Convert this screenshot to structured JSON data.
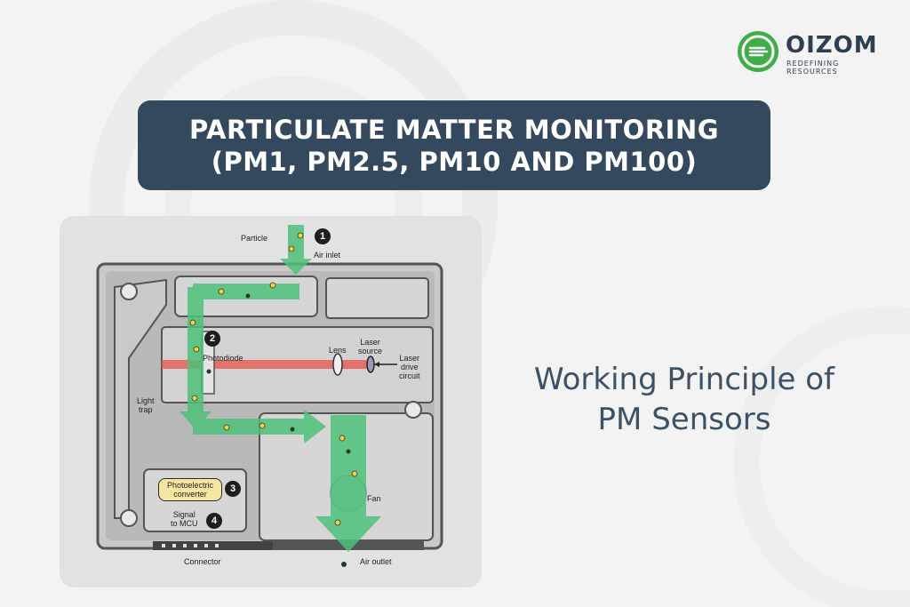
{
  "brand": {
    "name": "OIZOM",
    "tagline": "REDEFINING RESOURCES",
    "color": "#3fae49"
  },
  "header": {
    "title_line1": "PARTICULATE MATTER MONITORING",
    "title_line2": "(PM1, PM2.5, PM10 AND PM100)",
    "box_color": "#34495e"
  },
  "subtitle": {
    "line1": "Working Principle of",
    "line2": "PM Sensors"
  },
  "diagram": {
    "labels": {
      "particle": "Particle",
      "air_inlet": "Air inlet",
      "photodiode": "Photodiode",
      "lens": "Lens",
      "laser_source_1": "Laser",
      "laser_source_2": "source",
      "laser_drive_1": "Laser",
      "laser_drive_2": "drive",
      "laser_drive_3": "circuit",
      "light_trap_1": "Light",
      "light_trap_2": "trap",
      "photoelectric_1": "Photoelectric",
      "photoelectric_2": "converter",
      "signal_1": "Signal",
      "signal_2": "to MCU",
      "fan": "Fan",
      "connector": "Connector",
      "air_outlet": "Air outlet"
    },
    "steps": [
      "1",
      "2",
      "3",
      "4"
    ],
    "colors": {
      "airflow": "#4fc17a",
      "laser": "#e8504a",
      "housing": "#c9c9c9"
    }
  }
}
